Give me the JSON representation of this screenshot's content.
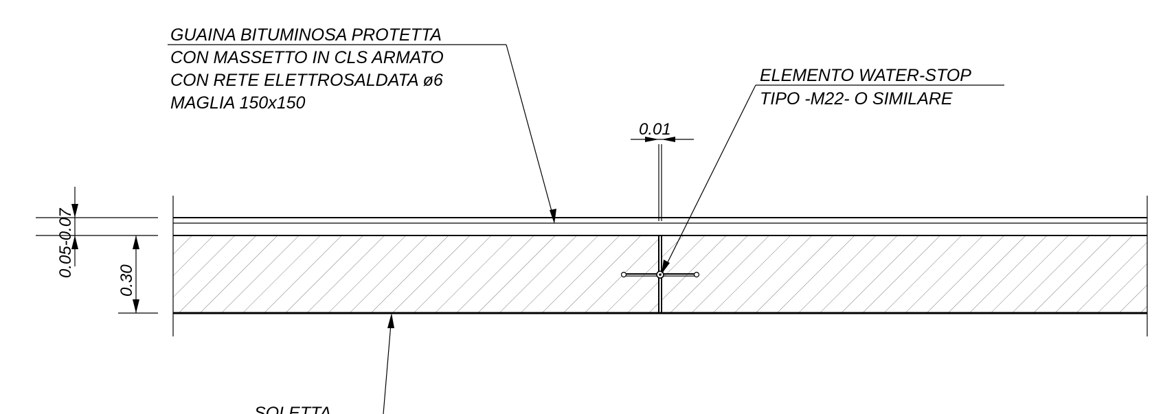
{
  "annotations": {
    "membrane_note": [
      "GUAINA BITUMINOSA PROTETTA",
      "CON MASSETTO IN CLS ARMATO",
      "CON RETE ELETTROSALDATA ø6",
      "MAGLIA 150x150"
    ],
    "waterstop_note": [
      "ELEMENTO WATER-STOP",
      "TIPO -M22- O SIMILARE"
    ],
    "slab_label": "SOLETTA"
  },
  "dimensions": {
    "joint_gap": "0.01",
    "screed_thickness": "0.05-0.07",
    "slab_thickness": "0.30"
  },
  "colors": {
    "line": "#000000",
    "hatch": "#7a7a7a",
    "background": "#ffffff"
  }
}
